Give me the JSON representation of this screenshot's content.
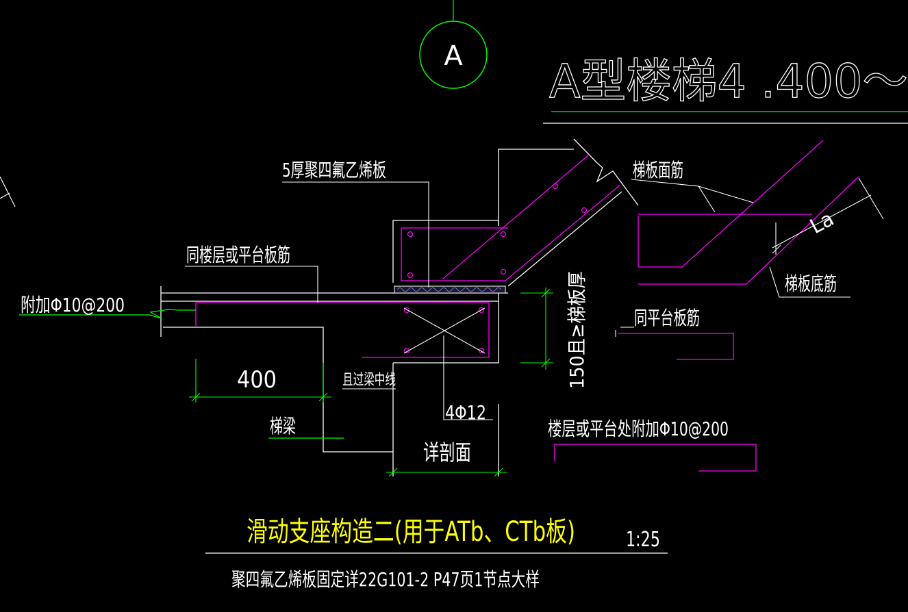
{
  "axis_bubble": {
    "label": "A"
  },
  "drawing_title": "A型楼梯4 .400～",
  "labels": {
    "ptfe_plate": "5厚聚四氟乙烯板",
    "slab_top_rebar": "梯板面筋",
    "slab_bottom_rebar": "梯板底筋",
    "floor_rebar": "同楼层或平台板筋",
    "additional_rebar": "附加Φ10@200",
    "platform_rebar": "同平台板筋",
    "floor_additional_rebar": "楼层或平台处附加Φ10@200",
    "beam_centerline": "且过梁中线",
    "stair_beam": "梯梁",
    "main_rebar": "4Φ12",
    "detail_section": "详剖面",
    "la_mark": "La",
    "thickness_note": "150且≥梯板厚"
  },
  "dimensions": {
    "support_length": "400"
  },
  "caption": {
    "title": "滑动支座构造二(用于ATb、CTb板)",
    "scale": "1:25",
    "note": "聚四氟乙烯板固定详22G101-2 P47页1节点大样"
  },
  "colors": {
    "background": "#000000",
    "line": "#ffffff",
    "rebar": "#ff00ff",
    "green": "#00ff00",
    "yellow": "#ffff00"
  }
}
